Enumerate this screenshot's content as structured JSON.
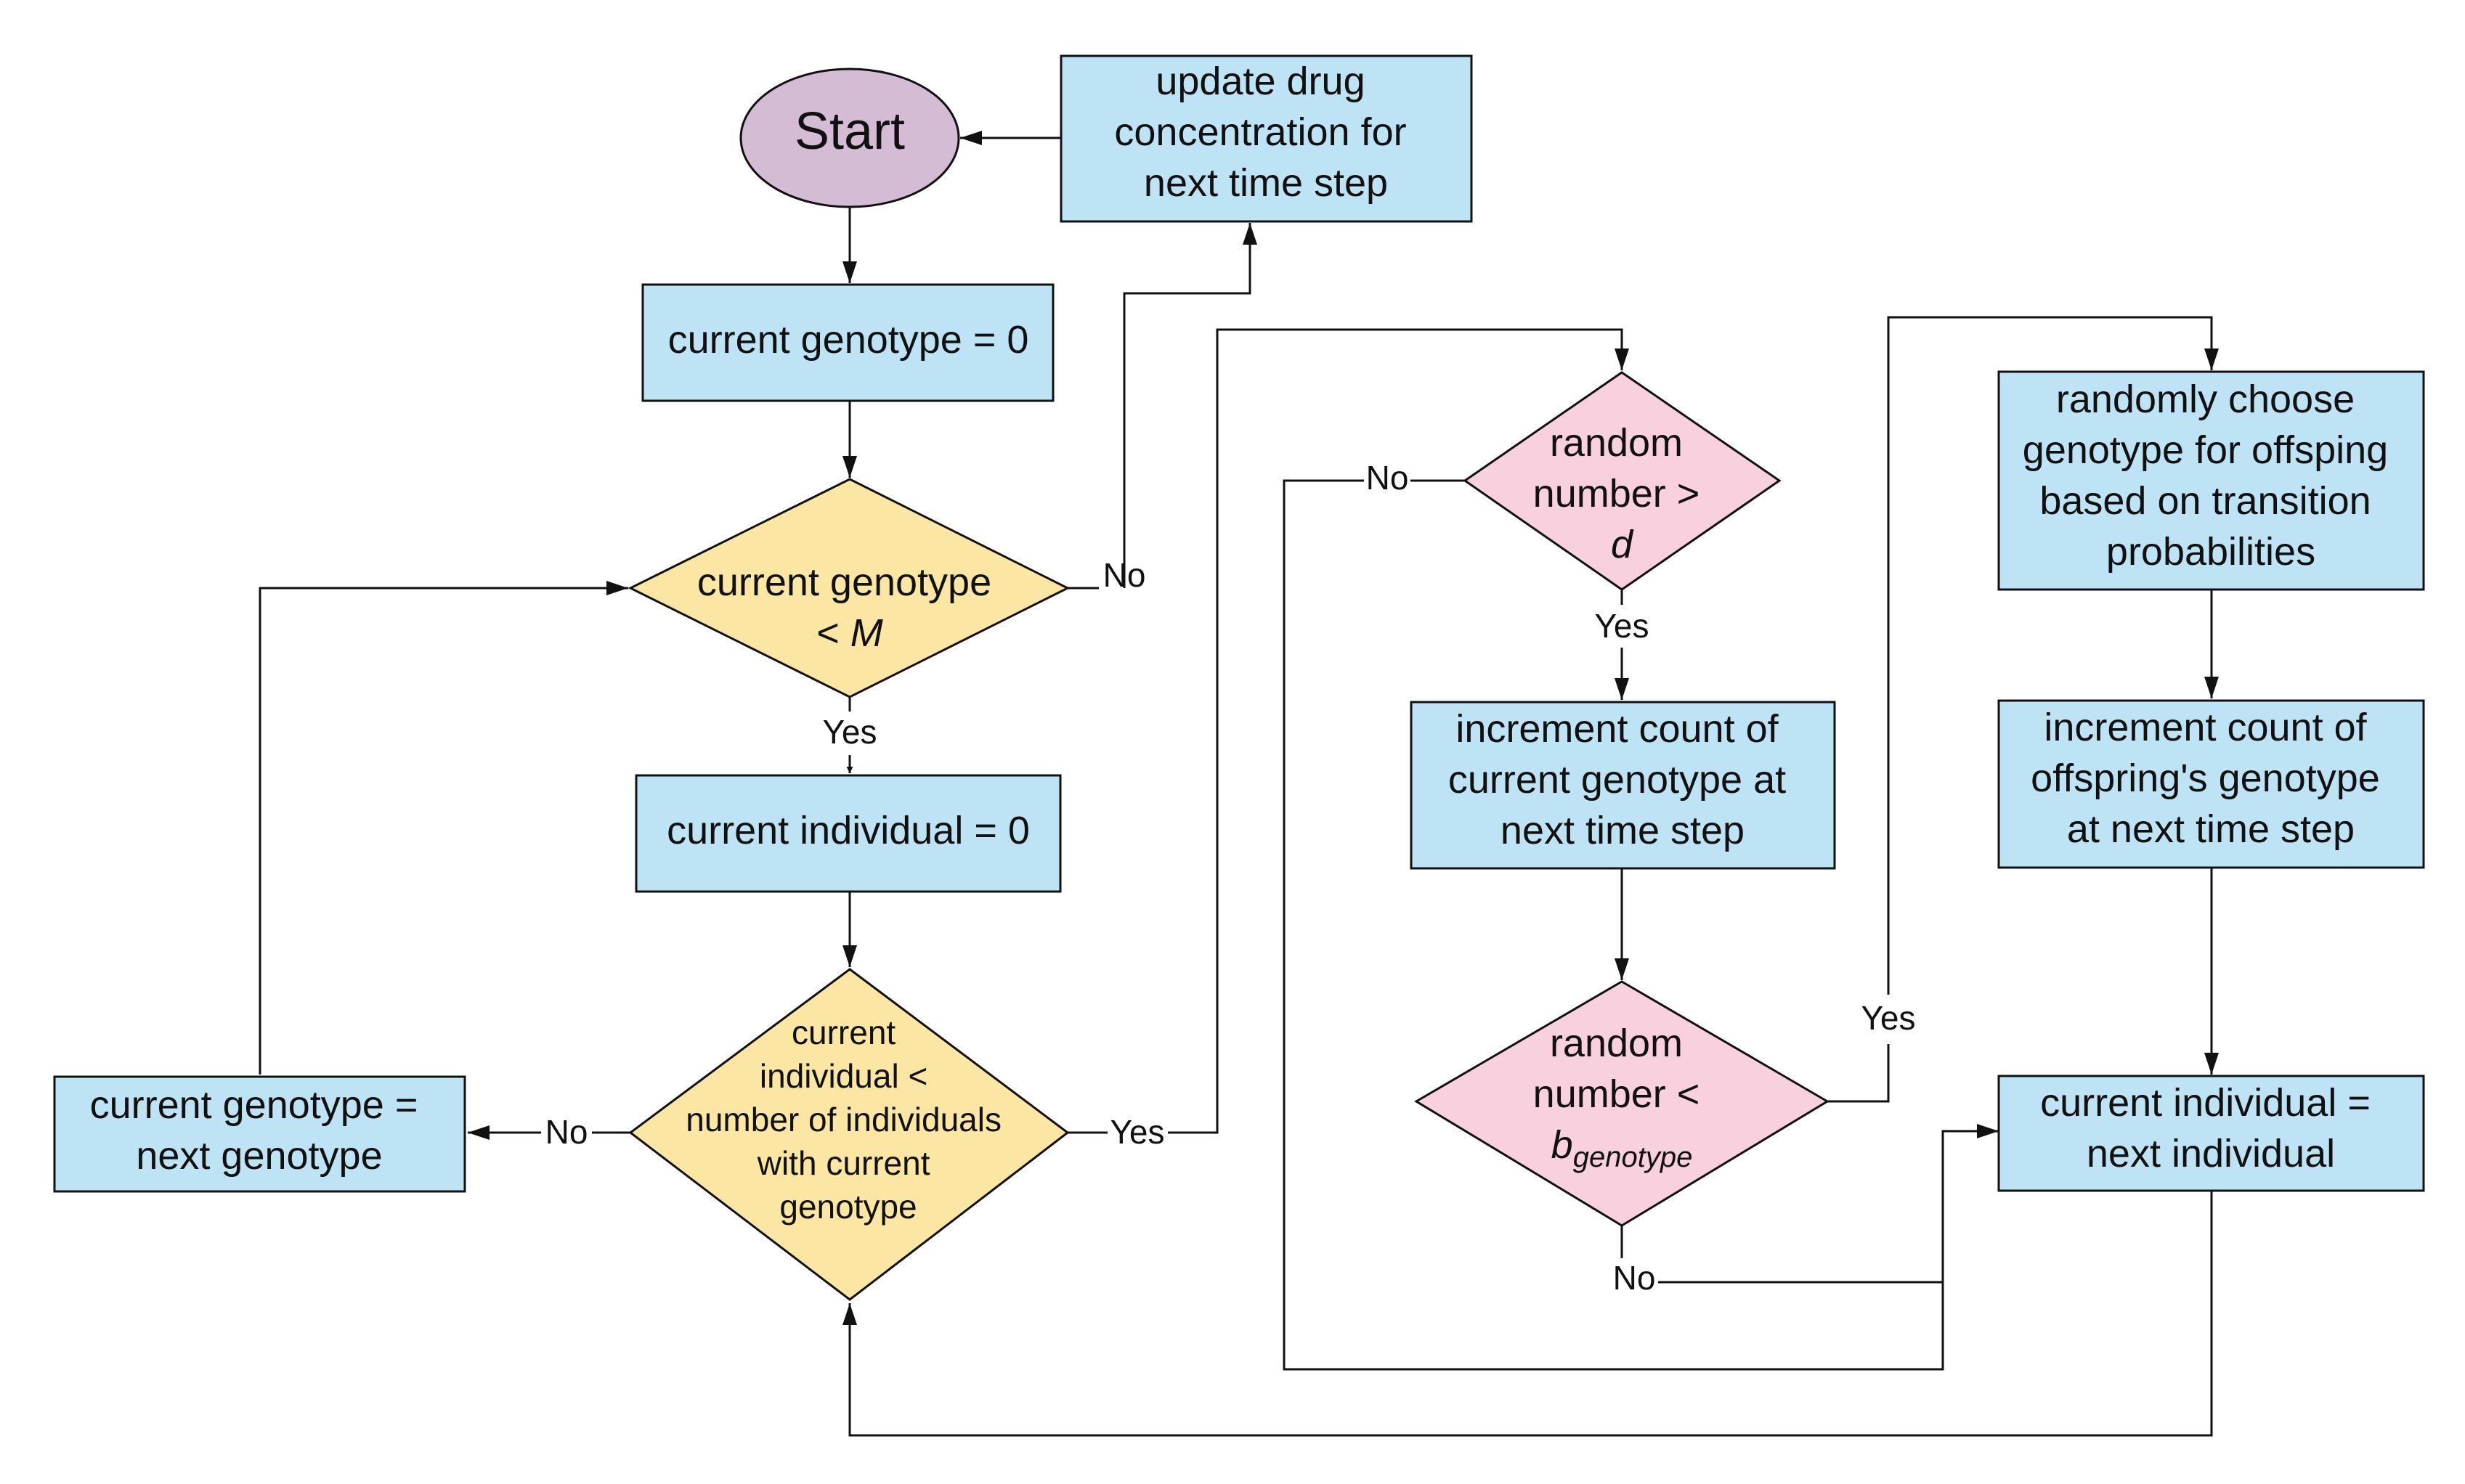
{
  "colors": {
    "process_fill": "#BEE3F4",
    "start_fill": "#D4BDD4",
    "decision_yellow_fill": "#FCE6A4",
    "decision_pink_fill": "#F9D0DD",
    "stroke": "#111111"
  },
  "nodes": {
    "start": "Start",
    "update_drug": [
      "update drug",
      "concentration for",
      "next time step"
    ],
    "genotype_init": "current genotype = 0",
    "genotype_check": {
      "line1": "current genotype",
      "line2_prefix": "< ",
      "line2_var": "M"
    },
    "individual_init": "current individual = 0",
    "individual_check": [
      "current",
      "individual <",
      "number of individuals",
      "with current",
      "genotype"
    ],
    "next_genotype": [
      "current genotype =",
      "next genotype"
    ],
    "death_check": {
      "line1": "random",
      "line2": "number >",
      "line3_var": "d"
    },
    "increment_current": [
      "increment count of",
      "current genotype at",
      "next time step"
    ],
    "birth_check": {
      "line1": "random",
      "line2": "number <",
      "line3_var": "b",
      "line3_sub": "genotype"
    },
    "choose_offspring": [
      "randomly choose",
      "genotype for offsping",
      "based on transition",
      "probabilities"
    ],
    "increment_offspring": [
      "increment count of",
      "offspring's genotype",
      "at next time step"
    ],
    "next_individual": [
      "current individual =",
      "next individual"
    ]
  },
  "edge_labels": {
    "genotype_no": "No",
    "genotype_yes": "Yes",
    "individual_no": "No",
    "individual_yes": "Yes",
    "death_no": "No",
    "death_yes": "Yes",
    "birth_no": "No",
    "birth_yes": "Yes"
  }
}
